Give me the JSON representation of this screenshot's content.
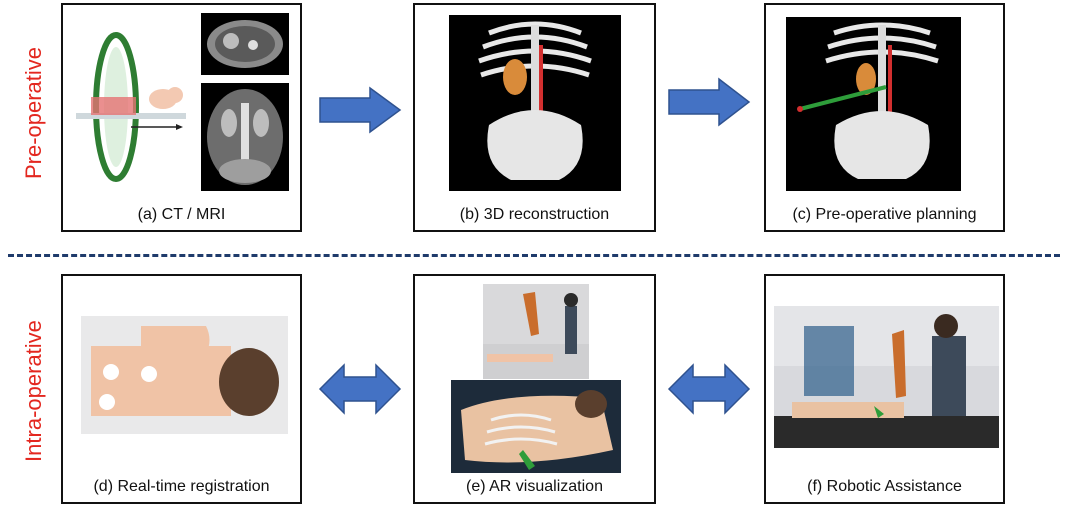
{
  "sections": {
    "pre": "Pre-operative",
    "intra": "Intra-operative"
  },
  "panels": {
    "a": "(a) CT / MRI",
    "b": "(b) 3D reconstruction",
    "c": "(c) Pre-operative planning",
    "d": "(d) Real-time registration",
    "e": "(e) AR visualization",
    "f": "(f) Robotic Assistance"
  },
  "colors": {
    "section_label": "#e3271f",
    "arrow_fill": "#4472c4",
    "arrow_stroke": "#2f528f",
    "divider": "#1f3b6b"
  },
  "icons": {
    "single_arrow": "arrow-right-icon",
    "double_arrow": "double-arrow-icon"
  }
}
